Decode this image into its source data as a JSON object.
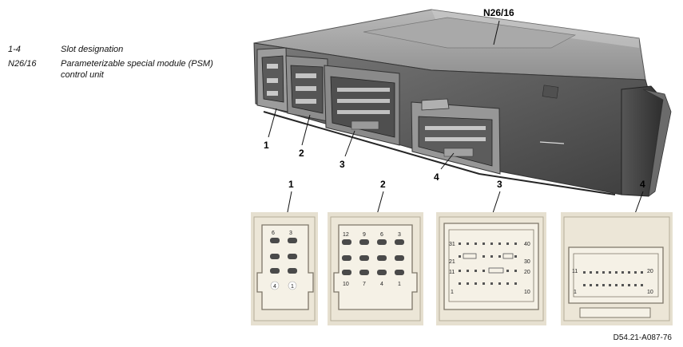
{
  "legend": [
    {
      "key": "1-4",
      "desc": "Slot designation"
    },
    {
      "key": "N26/16",
      "desc": "Parameterizable special module (PSM) control unit"
    }
  ],
  "callouts": {
    "module": "N26/16",
    "slot1": "1",
    "slot2": "2",
    "slot3": "3",
    "slot4": "4"
  },
  "panels": {
    "p1": {
      "label": "1",
      "pins": [
        "6",
        "3",
        "4",
        "1"
      ]
    },
    "p2": {
      "label": "2",
      "pins": [
        "12",
        "9",
        "6",
        "3",
        "10",
        "7",
        "4",
        "1"
      ]
    },
    "p3": {
      "label": "3",
      "pins": [
        "31",
        "40",
        "21",
        "30",
        "11",
        "20",
        "1",
        "10"
      ]
    },
    "p4": {
      "label": "4",
      "pins": [
        "11",
        "20",
        "1",
        "10"
      ]
    }
  },
  "figure_id": "D54.21-A087-76"
}
